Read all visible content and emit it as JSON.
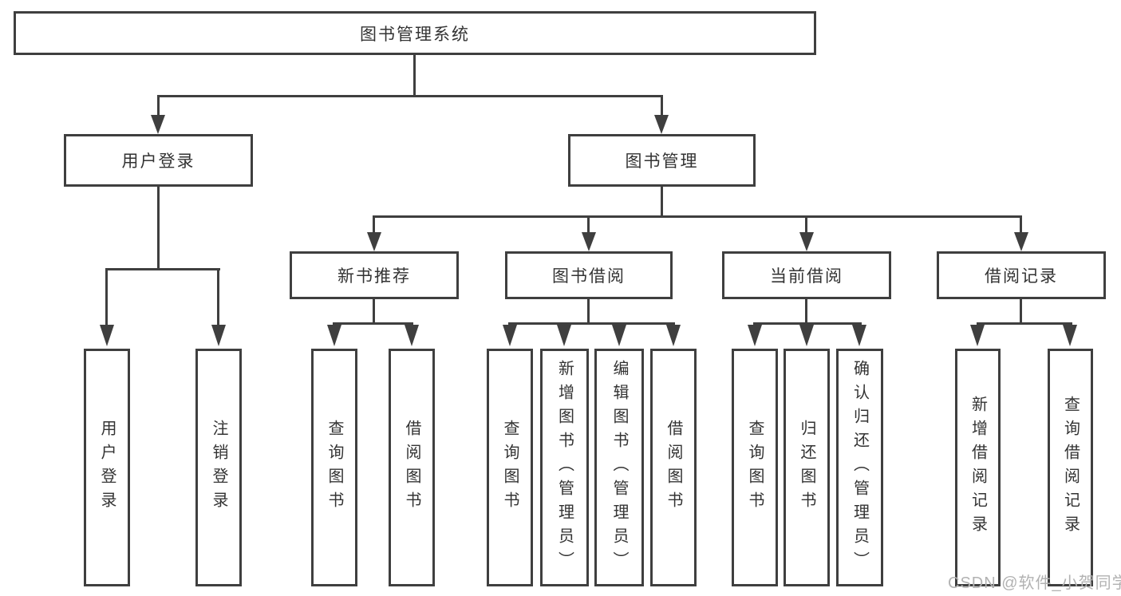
{
  "tree": {
    "label": "图书管理系统",
    "children": [
      {
        "label": "用户登录",
        "children": [
          {
            "label": "用户登录"
          },
          {
            "label": "注销登录"
          }
        ]
      },
      {
        "label": "图书管理",
        "children": [
          {
            "label": "新书推荐",
            "children": [
              {
                "label": "查询图书"
              },
              {
                "label": "借阅图书"
              }
            ]
          },
          {
            "label": "图书借阅",
            "children": [
              {
                "label": "查询图书"
              },
              {
                "label": "新增图书（管理员）"
              },
              {
                "label": "编辑图书（管理员）"
              },
              {
                "label": "借阅图书"
              }
            ]
          },
          {
            "label": "当前借阅",
            "children": [
              {
                "label": "查询图书"
              },
              {
                "label": "归还图书"
              },
              {
                "label": "确认归还（管理员）"
              }
            ]
          },
          {
            "label": "借阅记录",
            "children": [
              {
                "label": "新增借阅记录"
              },
              {
                "label": "查询借阅记录"
              }
            ]
          }
        ]
      }
    ]
  },
  "watermark": "CSDN @软件_小贺同学",
  "colors": {
    "line": "#3f3f3f",
    "text": "#333333",
    "watermark": "#b2b2b2",
    "bg": "#ffffff"
  }
}
